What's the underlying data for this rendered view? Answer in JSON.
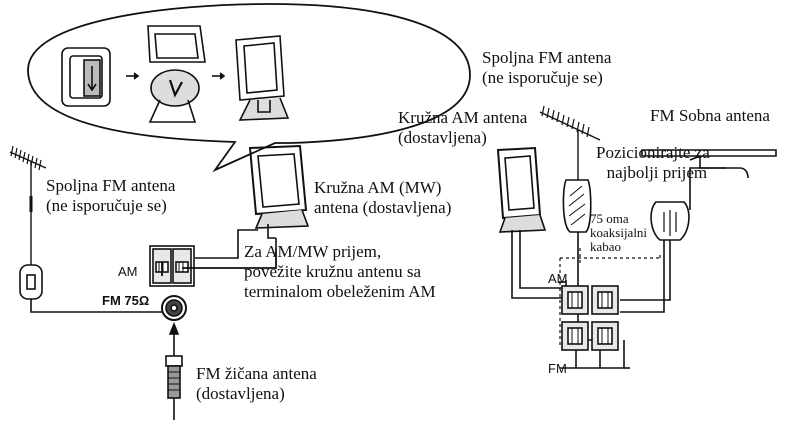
{
  "left": {
    "outdoor_fm": {
      "line1": "Spoljna FM antena",
      "line2": "(ne isporučuje se)"
    },
    "am_loop": {
      "line1": "Kružna AM (MW)",
      "line2": "antena (dostavljena)"
    },
    "am_instruction": {
      "line1": "Za AM/MW prijem,",
      "line2": "povežite kružnu antenu sa",
      "line3": "terminalom obeleženim AM"
    },
    "am_terminal": "AM",
    "fm_terminal": "FM 75Ω",
    "fm_wire": {
      "line1": "FM žičana antena",
      "line2": "(dostavljena)"
    }
  },
  "right": {
    "outdoor_fm": {
      "line1": "Spoljna FM antena",
      "line2": "(ne isporučuje se)"
    },
    "am_loop": {
      "line1": "Kružna AM antena",
      "line2": "(dostavljena)"
    },
    "fm_indoor": "FM Sobna antena",
    "position_tip": {
      "line1": "Pozicionirajte za",
      "line2": "najbolji prijem"
    },
    "coax": {
      "line1": "75 oma",
      "line2": "koaksijalni",
      "line3": "kabao"
    },
    "am_terminal": "AM",
    "fm_terminal": "FM"
  }
}
